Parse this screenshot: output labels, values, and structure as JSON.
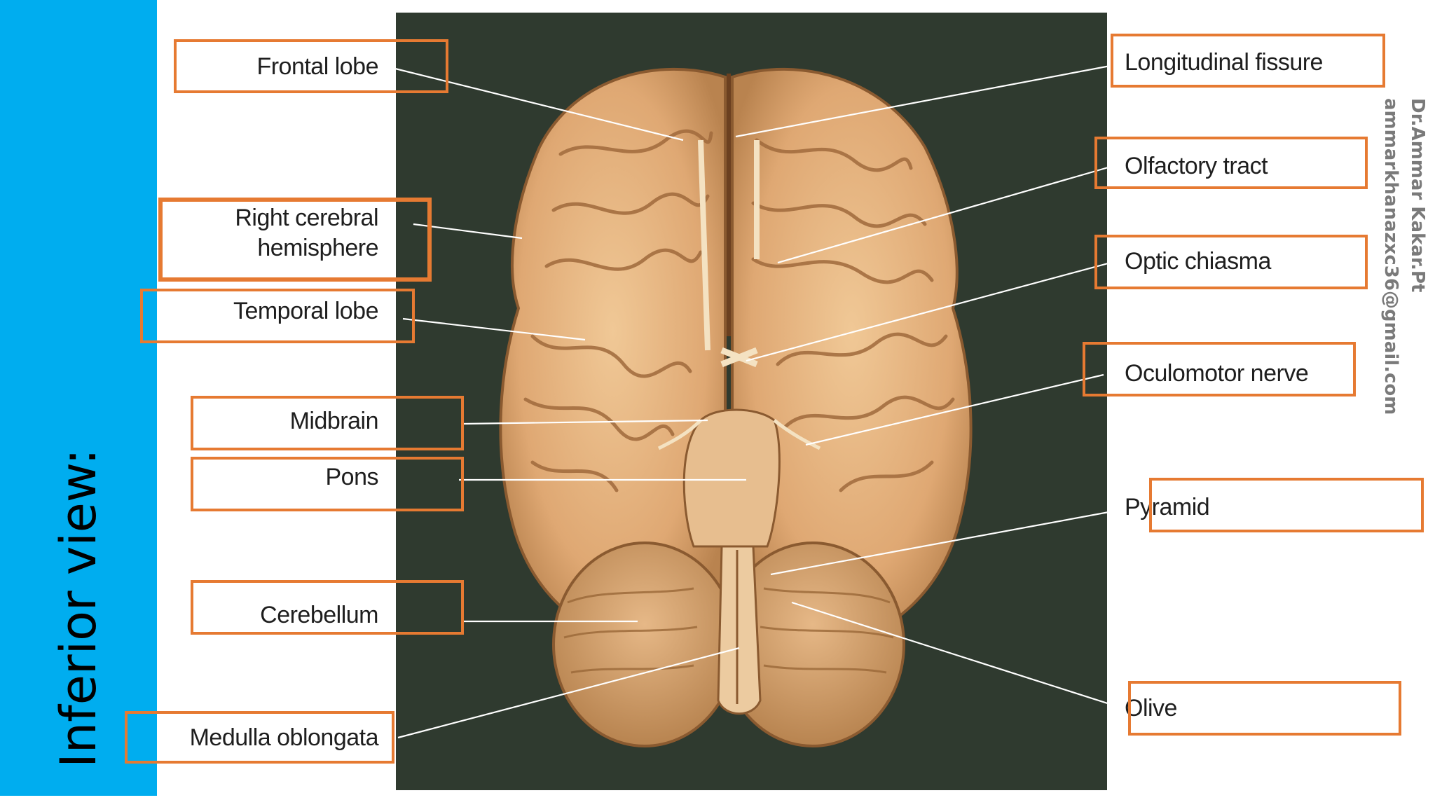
{
  "slide": {
    "title": "Inferior view:",
    "watermark": {
      "name": "Dr.Ammar Kakar.Pt",
      "email": "ammarkhanazxc36@gmail.com"
    }
  },
  "colors": {
    "sidebar": "#00adef",
    "box_border": "#e67a32",
    "photo_background": "#2f3a2f",
    "brain": "#e2b080"
  },
  "labels_left": [
    {
      "id": "frontal-lobe",
      "text": "Frontal lobe"
    },
    {
      "id": "right-cerebral-hemisphere",
      "text": "Right cerebral\nhemisphere"
    },
    {
      "id": "temporal-lobe",
      "text": "Temporal lobe"
    },
    {
      "id": "midbrain",
      "text": "Midbrain"
    },
    {
      "id": "pons",
      "text": "Pons"
    },
    {
      "id": "cerebellum",
      "text": "Cerebellum"
    },
    {
      "id": "medulla-oblongata",
      "text": "Medulla oblongata"
    }
  ],
  "labels_right": [
    {
      "id": "longitudinal-fissure",
      "text": "Longitudinal fissure"
    },
    {
      "id": "olfactory-tract",
      "text": "Olfactory tract"
    },
    {
      "id": "optic-chiasma",
      "text": "Optic chiasma"
    },
    {
      "id": "oculomotor-nerve",
      "text": "Oculomotor nerve"
    },
    {
      "id": "pyramid",
      "text": "Pyramid"
    },
    {
      "id": "olive",
      "text": "Olive"
    }
  ]
}
